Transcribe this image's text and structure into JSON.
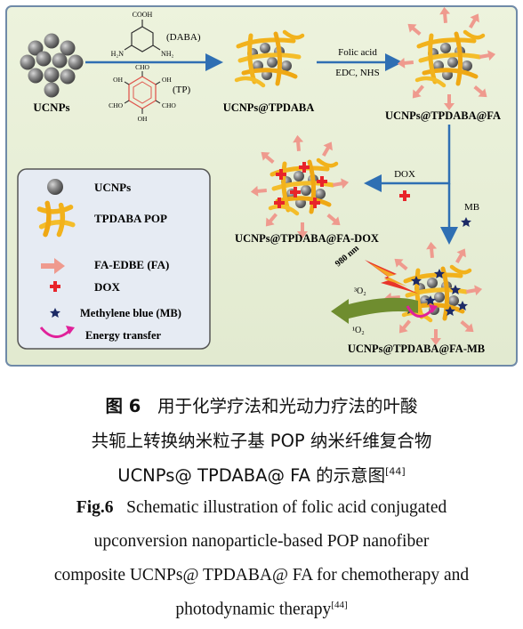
{
  "scheme": {
    "stages": {
      "ucnps": "UCNPs",
      "ucnps_tpdaba": "UCNPs@TPDABA",
      "ucnps_tpdaba_fa": "UCNPs@TPDABA@FA",
      "ucnps_tpdaba_fa_dox": "UCNPs@TPDABA@FA-DOX",
      "ucnps_tpdaba_fa_mb": "UCNPs@TPDABA@FA-MB"
    },
    "monomers": {
      "daba_cooh": "COOH",
      "daba_nh2_left": "H₂N",
      "daba_nh2_right": "NH₂",
      "daba_name": "(DABA)",
      "tp_cho": "CHO",
      "tp_oh": "OH",
      "tp_name": "(TP)"
    },
    "reagents": {
      "folic_acid": "Folic acid",
      "edc_nhs": "EDC, NHS",
      "dox": "DOX",
      "mb": "MB"
    },
    "irradiation": {
      "wavelength": "980 nm",
      "triplet_o2": "³O₂",
      "singlet_o2": "¹O₂"
    },
    "legend": {
      "items": [
        {
          "label": "UCNPs",
          "icon": "ucnp-sphere-icon"
        },
        {
          "label": "TPDABA POP",
          "icon": "pop-fiber-icon"
        },
        {
          "label": "FA-EDBE (FA)",
          "icon": "fa-arrow-icon"
        },
        {
          "label": "DOX",
          "icon": "dox-cross-icon"
        },
        {
          "label": "Methylene blue (MB)",
          "icon": "mb-star-icon"
        },
        {
          "label": "Energy transfer",
          "icon": "energy-transfer-icon"
        }
      ]
    },
    "colors": {
      "background": "#eef2dc",
      "border": "#6f8aa8",
      "arrow": "#2f6fb3",
      "fiber": "#f2b21c",
      "fa_arrow": "#ef9a8e",
      "dox": "#e8242a",
      "mb": "#1c2a66",
      "legend_bg": "#e6ebf3"
    }
  },
  "caption": {
    "cn_fig": "图 6",
    "cn_line1": "用于化学疗法和光动力疗法的叶酸",
    "cn_line2": "共轭上转换纳米粒子基 POP 纳米纤维复合物",
    "cn_line3": "UCNPs@ TPDABA@ FA 的示意图",
    "ref": "[44]",
    "en_fig": "Fig.6",
    "en_line1": "Schematic illustration of folic acid conjugated",
    "en_line2": "upconversion nanoparticle-based POP nanofiber",
    "en_line3": "composite UCNPs@ TPDABA@ FA for chemotherapy and",
    "en_line4": "photodynamic therapy"
  }
}
